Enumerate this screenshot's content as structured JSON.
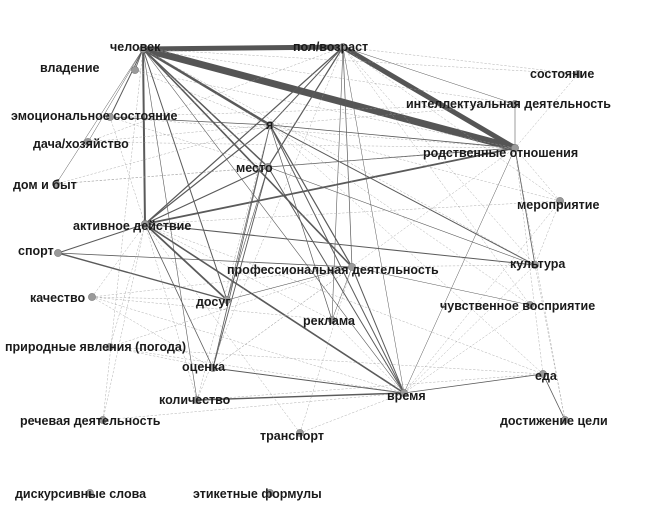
{
  "nodes": [
    {
      "id": "chelovek",
      "label": "человек"
    },
    {
      "id": "pol",
      "label": "пол/возраст"
    },
    {
      "id": "vladenie",
      "label": "владение"
    },
    {
      "id": "sostoyanie",
      "label": "состояние"
    },
    {
      "id": "intellekt",
      "label": "интеллектуальная деятельность"
    },
    {
      "id": "emocion",
      "label": "эмоциональное состояние"
    },
    {
      "id": "ya",
      "label": "я"
    },
    {
      "id": "dacha",
      "label": "дача/хозяйство"
    },
    {
      "id": "rodstv",
      "label": "родственные отношения"
    },
    {
      "id": "mesto",
      "label": "место"
    },
    {
      "id": "dom",
      "label": "дом и быт"
    },
    {
      "id": "meropr",
      "label": "мероприятие"
    },
    {
      "id": "aktiv",
      "label": "активное действие"
    },
    {
      "id": "sport",
      "label": "спорт"
    },
    {
      "id": "kultura",
      "label": "культура"
    },
    {
      "id": "prof",
      "label": "профессиональная деятельность"
    },
    {
      "id": "kachestvo",
      "label": "качество"
    },
    {
      "id": "dosug",
      "label": "досуг"
    },
    {
      "id": "chuvstv",
      "label": "чувственное восприятие"
    },
    {
      "id": "reklama",
      "label": "реклама"
    },
    {
      "id": "prirod",
      "label": "природные явления (погода)"
    },
    {
      "id": "ocenka",
      "label": "оценка"
    },
    {
      "id": "eda",
      "label": "еда"
    },
    {
      "id": "vremya",
      "label": "время"
    },
    {
      "id": "kolich",
      "label": "количество"
    },
    {
      "id": "rech",
      "label": "речевая деятельность"
    },
    {
      "id": "dostizh",
      "label": "достижение цели"
    },
    {
      "id": "transport",
      "label": "транспорт"
    },
    {
      "id": "diskurs",
      "label": "дискурсивные слова"
    },
    {
      "id": "etiket",
      "label": "этикетные формулы"
    }
  ],
  "edges": [
    {
      "a": "chelovek",
      "b": "pol",
      "w": 5
    },
    {
      "a": "chelovek",
      "b": "rodstv",
      "w": 7
    },
    {
      "a": "pol",
      "b": "rodstv",
      "w": 5
    },
    {
      "a": "chelovek",
      "b": "ya",
      "w": 2.5
    },
    {
      "a": "chelovek",
      "b": "aktiv",
      "w": 2
    },
    {
      "a": "chelovek",
      "b": "mesto",
      "w": 1.5
    },
    {
      "a": "aktiv",
      "b": "rodstv",
      "w": 1.8
    },
    {
      "a": "aktiv",
      "b": "pol",
      "w": 1.2
    },
    {
      "a": "aktiv",
      "b": "dosug",
      "w": 1.8
    },
    {
      "a": "aktiv",
      "b": "vremya",
      "w": 1.6
    },
    {
      "a": "aktiv",
      "b": "kultura",
      "w": 1
    },
    {
      "a": "aktiv",
      "b": "ya",
      "w": 1.2
    },
    {
      "a": "aktiv",
      "b": "mesto",
      "w": 1.2
    },
    {
      "a": "sport",
      "b": "dosug",
      "w": 1.4
    },
    {
      "a": "sport",
      "b": "aktiv",
      "w": 1
    },
    {
      "a": "sport",
      "b": "prof",
      "w": 0.8
    },
    {
      "a": "kolich",
      "b": "vremya",
      "w": 1.4
    },
    {
      "a": "ocenka",
      "b": "vremya",
      "w": 1
    },
    {
      "a": "ya",
      "b": "vremya",
      "w": 1
    },
    {
      "a": "mesto",
      "b": "vremya",
      "w": 1
    },
    {
      "a": "prof",
      "b": "vremya",
      "w": 1
    },
    {
      "a": "ya",
      "b": "prof",
      "w": 1.2
    },
    {
      "a": "ya",
      "b": "kultura",
      "w": 1
    },
    {
      "a": "pol",
      "b": "mesto",
      "w": 1.2
    },
    {
      "a": "pol",
      "b": "ya",
      "w": 1
    },
    {
      "a": "chelovek",
      "b": "prof",
      "w": 1.6
    },
    {
      "a": "chelovek",
      "b": "dosug",
      "w": 1
    },
    {
      "a": "chelovek",
      "b": "emocion",
      "w": 1
    },
    {
      "a": "chelovek",
      "b": "vladenie",
      "w": 0.8
    },
    {
      "a": "emocion",
      "b": "ya",
      "w": 0.8
    },
    {
      "a": "mesto",
      "b": "ocenka",
      "w": 0.9
    },
    {
      "a": "mesto",
      "b": "rodstv",
      "w": 0.8
    },
    {
      "a": "rodstv",
      "b": "kultura",
      "w": 0.8
    },
    {
      "a": "rodstv",
      "b": "ya",
      "w": 0.8
    },
    {
      "a": "vremya",
      "b": "eda",
      "w": 0.8
    },
    {
      "a": "ya",
      "b": "ocenka",
      "w": 0.8
    },
    {
      "a": "ya",
      "b": "reklama",
      "w": 0.7
    },
    {
      "a": "pol",
      "b": "prof",
      "w": 0.7
    },
    {
      "a": "pol",
      "b": "reklama",
      "w": 0.6
    },
    {
      "a": "dosug",
      "b": "prof",
      "w": 0.6
    },
    {
      "a": "aktiv",
      "b": "ocenka",
      "w": 0.8
    },
    {
      "a": "mesto",
      "b": "kultura",
      "w": 0.6
    },
    {
      "a": "eda",
      "b": "dostizh",
      "w": 0.8
    },
    {
      "a": "chelovek",
      "b": "kolich",
      "w": 0.6
    },
    {
      "a": "ya",
      "b": "dosug",
      "w": 0.6
    },
    {
      "a": "mesto",
      "b": "dosug",
      "w": 0.6
    },
    {
      "a": "intellekt",
      "b": "rodstv",
      "w": 0.6
    },
    {
      "a": "pol",
      "b": "intellekt",
      "w": 0.5
    },
    {
      "a": "prof",
      "b": "chuvstv",
      "w": 0.5
    },
    {
      "a": "rodstv",
      "b": "vremya",
      "w": 0.5
    },
    {
      "a": "pol",
      "b": "vremya",
      "w": 0.5
    },
    {
      "a": "chelovek",
      "b": "vremya",
      "w": 0.6
    },
    {
      "a": "chelovek",
      "b": "dacha",
      "w": 0.5
    },
    {
      "a": "chelovek",
      "b": "dom",
      "w": 0.5
    },
    {
      "a": "prof",
      "b": "reklama",
      "w": 0.5
    },
    {
      "a": "sostoyanie",
      "b": "rodstv",
      "w": 0.4,
      "dash": true
    },
    {
      "a": "sostoyanie",
      "b": "pol",
      "w": 0.4,
      "dash": true
    },
    {
      "a": "emocion",
      "b": "rodstv",
      "w": 0.4,
      "dash": true
    },
    {
      "a": "emocion",
      "b": "intellekt",
      "w": 0.4,
      "dash": true
    },
    {
      "a": "dacha",
      "b": "ya",
      "w": 0.4,
      "dash": true
    },
    {
      "a": "dacha",
      "b": "rodstv",
      "w": 0.4,
      "dash": true
    },
    {
      "a": "dom",
      "b": "ya",
      "w": 0.4,
      "dash": true
    },
    {
      "a": "dom",
      "b": "mesto",
      "w": 0.4,
      "dash": true
    },
    {
      "a": "dom",
      "b": "rodstv",
      "w": 0.4,
      "dash": true
    },
    {
      "a": "meropr",
      "b": "rodstv",
      "w": 0.4,
      "dash": true
    },
    {
      "a": "meropr",
      "b": "ya",
      "w": 0.4,
      "dash": true
    },
    {
      "a": "meropr",
      "b": "aktiv",
      "w": 0.4,
      "dash": true
    },
    {
      "a": "meropr",
      "b": "pol",
      "w": 0.4,
      "dash": true
    },
    {
      "a": "meropr",
      "b": "vremya",
      "w": 0.4,
      "dash": true
    },
    {
      "a": "kachestvo",
      "b": "aktiv",
      "w": 0.4,
      "dash": true
    },
    {
      "a": "kachestvo",
      "b": "prof",
      "w": 0.4,
      "dash": true
    },
    {
      "a": "kachestvo",
      "b": "vremya",
      "w": 0.4,
      "dash": true
    },
    {
      "a": "kachestvo",
      "b": "ocenka",
      "w": 0.4,
      "dash": true
    },
    {
      "a": "kachestvo",
      "b": "reklama",
      "w": 0.4,
      "dash": true
    },
    {
      "a": "prirod",
      "b": "vremya",
      "w": 0.4,
      "dash": true
    },
    {
      "a": "prirod",
      "b": "ocenka",
      "w": 0.4,
      "dash": true
    },
    {
      "a": "prirod",
      "b": "aktiv",
      "w": 0.4,
      "dash": true
    },
    {
      "a": "prirod",
      "b": "eda",
      "w": 0.4,
      "dash": true
    },
    {
      "a": "rech",
      "b": "chelovek",
      "w": 0.4,
      "dash": true
    },
    {
      "a": "rech",
      "b": "vremya",
      "w": 0.4,
      "dash": true
    },
    {
      "a": "rech",
      "b": "aktiv",
      "w": 0.4,
      "dash": true
    },
    {
      "a": "transport",
      "b": "aktiv",
      "w": 0.4,
      "dash": true
    },
    {
      "a": "transport",
      "b": "vremya",
      "w": 0.4,
      "dash": true
    },
    {
      "a": "transport",
      "b": "prof",
      "w": 0.4,
      "dash": true
    },
    {
      "a": "chuvstv",
      "b": "vremya",
      "w": 0.4,
      "dash": true
    },
    {
      "a": "chuvstv",
      "b": "ya",
      "w": 0.4,
      "dash": true
    },
    {
      "a": "chuvstv",
      "b": "pol",
      "w": 0.4,
      "dash": true
    },
    {
      "a": "kultura",
      "b": "chelovek",
      "w": 0.4,
      "dash": true
    },
    {
      "a": "kultura",
      "b": "pol",
      "w": 0.4,
      "dash": true
    },
    {
      "a": "kultura",
      "b": "prof",
      "w": 0.4,
      "dash": true
    },
    {
      "a": "eda",
      "b": "ya",
      "w": 0.4,
      "dash": true
    },
    {
      "a": "eda",
      "b": "aktiv",
      "w": 0.4,
      "dash": true
    },
    {
      "a": "eda",
      "b": "kolich",
      "w": 0.4,
      "dash": true
    },
    {
      "a": "eda",
      "b": "rodstv",
      "w": 0.4,
      "dash": true
    },
    {
      "a": "intellekt",
      "b": "chelovek",
      "w": 0.4,
      "dash": true
    },
    {
      "a": "intellekt",
      "b": "ya",
      "w": 0.4,
      "dash": true
    },
    {
      "a": "vladenie",
      "b": "ya",
      "w": 0.4,
      "dash": true
    },
    {
      "a": "vladenie",
      "b": "rodstv",
      "w": 0.4,
      "dash": true
    },
    {
      "a": "kolich",
      "b": "ya",
      "w": 0.4,
      "dash": true
    },
    {
      "a": "kolich",
      "b": "pol",
      "w": 0.4,
      "dash": true
    },
    {
      "a": "kolich",
      "b": "aktiv",
      "w": 0.4,
      "dash": true
    },
    {
      "a": "reklama",
      "b": "vremya",
      "w": 0.4,
      "dash": true
    },
    {
      "a": "reklama",
      "b": "aktiv",
      "w": 0.4,
      "dash": true
    },
    {
      "a": "dostizh",
      "b": "rodstv",
      "w": 0.4,
      "dash": true
    },
    {
      "a": "dostizh",
      "b": "kultura",
      "w": 0.4,
      "dash": true
    },
    {
      "a": "ocenka",
      "b": "prof",
      "w": 0.4,
      "dash": true
    },
    {
      "a": "ocenka",
      "b": "rodstv",
      "w": 0.4,
      "dash": true
    },
    {
      "a": "emocion",
      "b": "aktiv",
      "w": 0.4,
      "dash": true
    },
    {
      "a": "emocion",
      "b": "mesto",
      "w": 0.4,
      "dash": true
    },
    {
      "a": "sostoyanie",
      "b": "chelovek",
      "w": 0.4,
      "dash": true
    },
    {
      "a": "dacha",
      "b": "pol",
      "w": 0.4,
      "dash": true
    },
    {
      "a": "vremya",
      "b": "kultura",
      "w": 0.4,
      "dash": true
    },
    {
      "a": "kachestvo",
      "b": "dosug",
      "w": 0.4,
      "dash": true
    },
    {
      "a": "prirod",
      "b": "prof",
      "w": 0.4,
      "dash": true
    },
    {
      "a": "meropr",
      "b": "kultura",
      "w": 0.4,
      "dash": true
    }
  ]
}
